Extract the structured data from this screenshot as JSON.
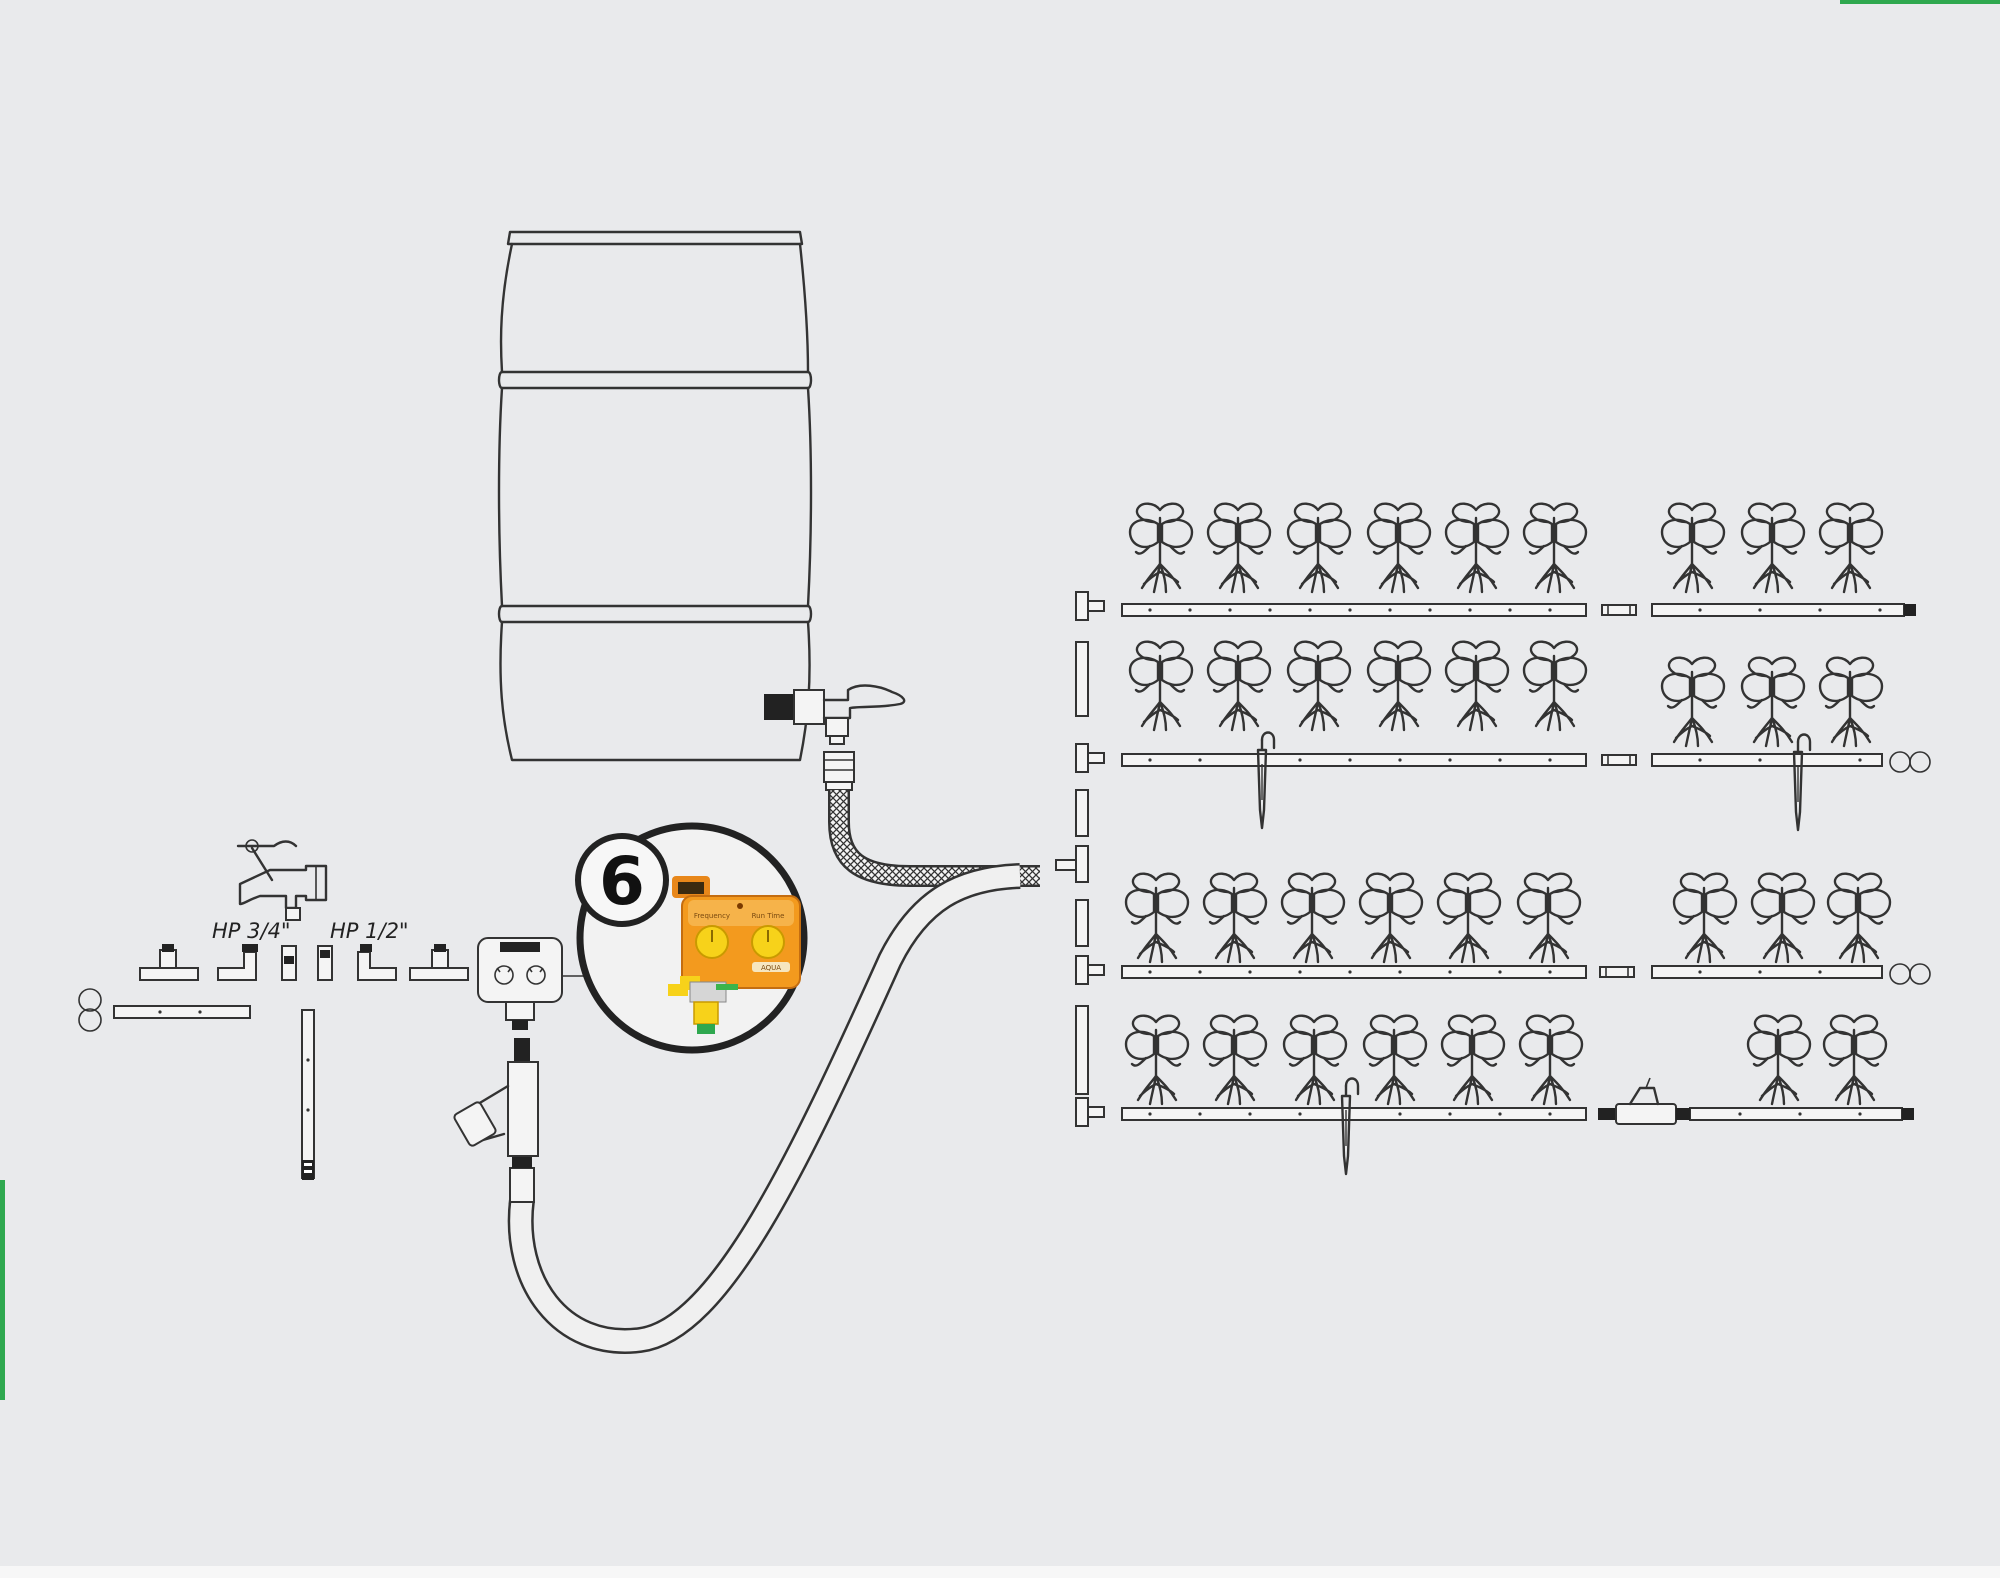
{
  "labels": {
    "hp_3_4": "HP 3/4\"",
    "hp_1_2": "HP 1/2\"",
    "callout_number": "6",
    "timer_left_dial": "Frequency",
    "timer_right_dial": "Run Time",
    "timer_brand": "AQUA"
  },
  "colors": {
    "background": "#e9eaec",
    "line": "#333333",
    "timer_orange": "#f39a1e",
    "timer_yellow": "#f7d21a",
    "green_edge": "#2fa84f"
  },
  "icons": [
    "barrel-icon",
    "faucet-icon",
    "timer-icon",
    "filter-icon",
    "plant-icon",
    "stake-icon",
    "end-plug-icon",
    "valve-icon"
  ]
}
